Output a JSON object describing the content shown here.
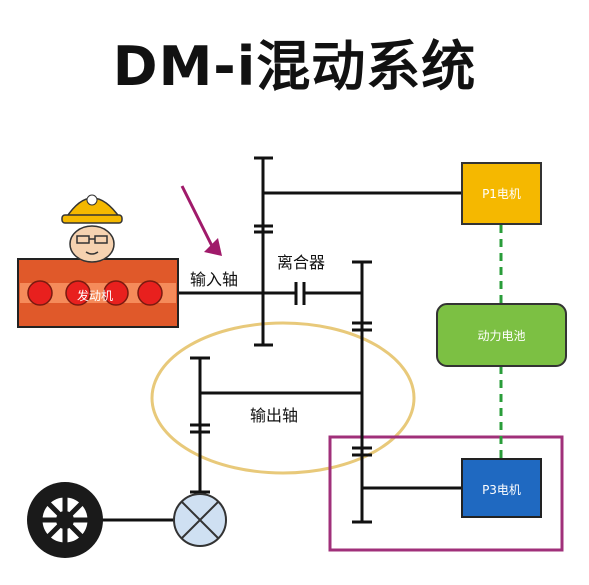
{
  "title": "DM-i混动系统",
  "labels": {
    "input_shaft": "输入轴",
    "clutch": "离合器",
    "output_shaft": "输出轴"
  },
  "components": {
    "engine": "发动机",
    "p1_motor": "P1电机",
    "battery": "动力电池",
    "p3_motor": "P3电机"
  },
  "colors": {
    "engine_fill": "#e0592a",
    "engine_cylinder": "#e8201e",
    "p1_fill": "#f5b800",
    "battery_fill": "#7cc043",
    "p3_fill": "#1f69c1",
    "dashed_link": "#2a9d3a",
    "ellipse_stroke": "#e8c97a",
    "p3_frame": "#a0307a",
    "arrow": "#a01a6a",
    "differential": "#cfe0f2"
  },
  "icons": [
    "worker-avatar-icon",
    "wheel-icon",
    "differential-icon",
    "arrow-icon"
  ]
}
